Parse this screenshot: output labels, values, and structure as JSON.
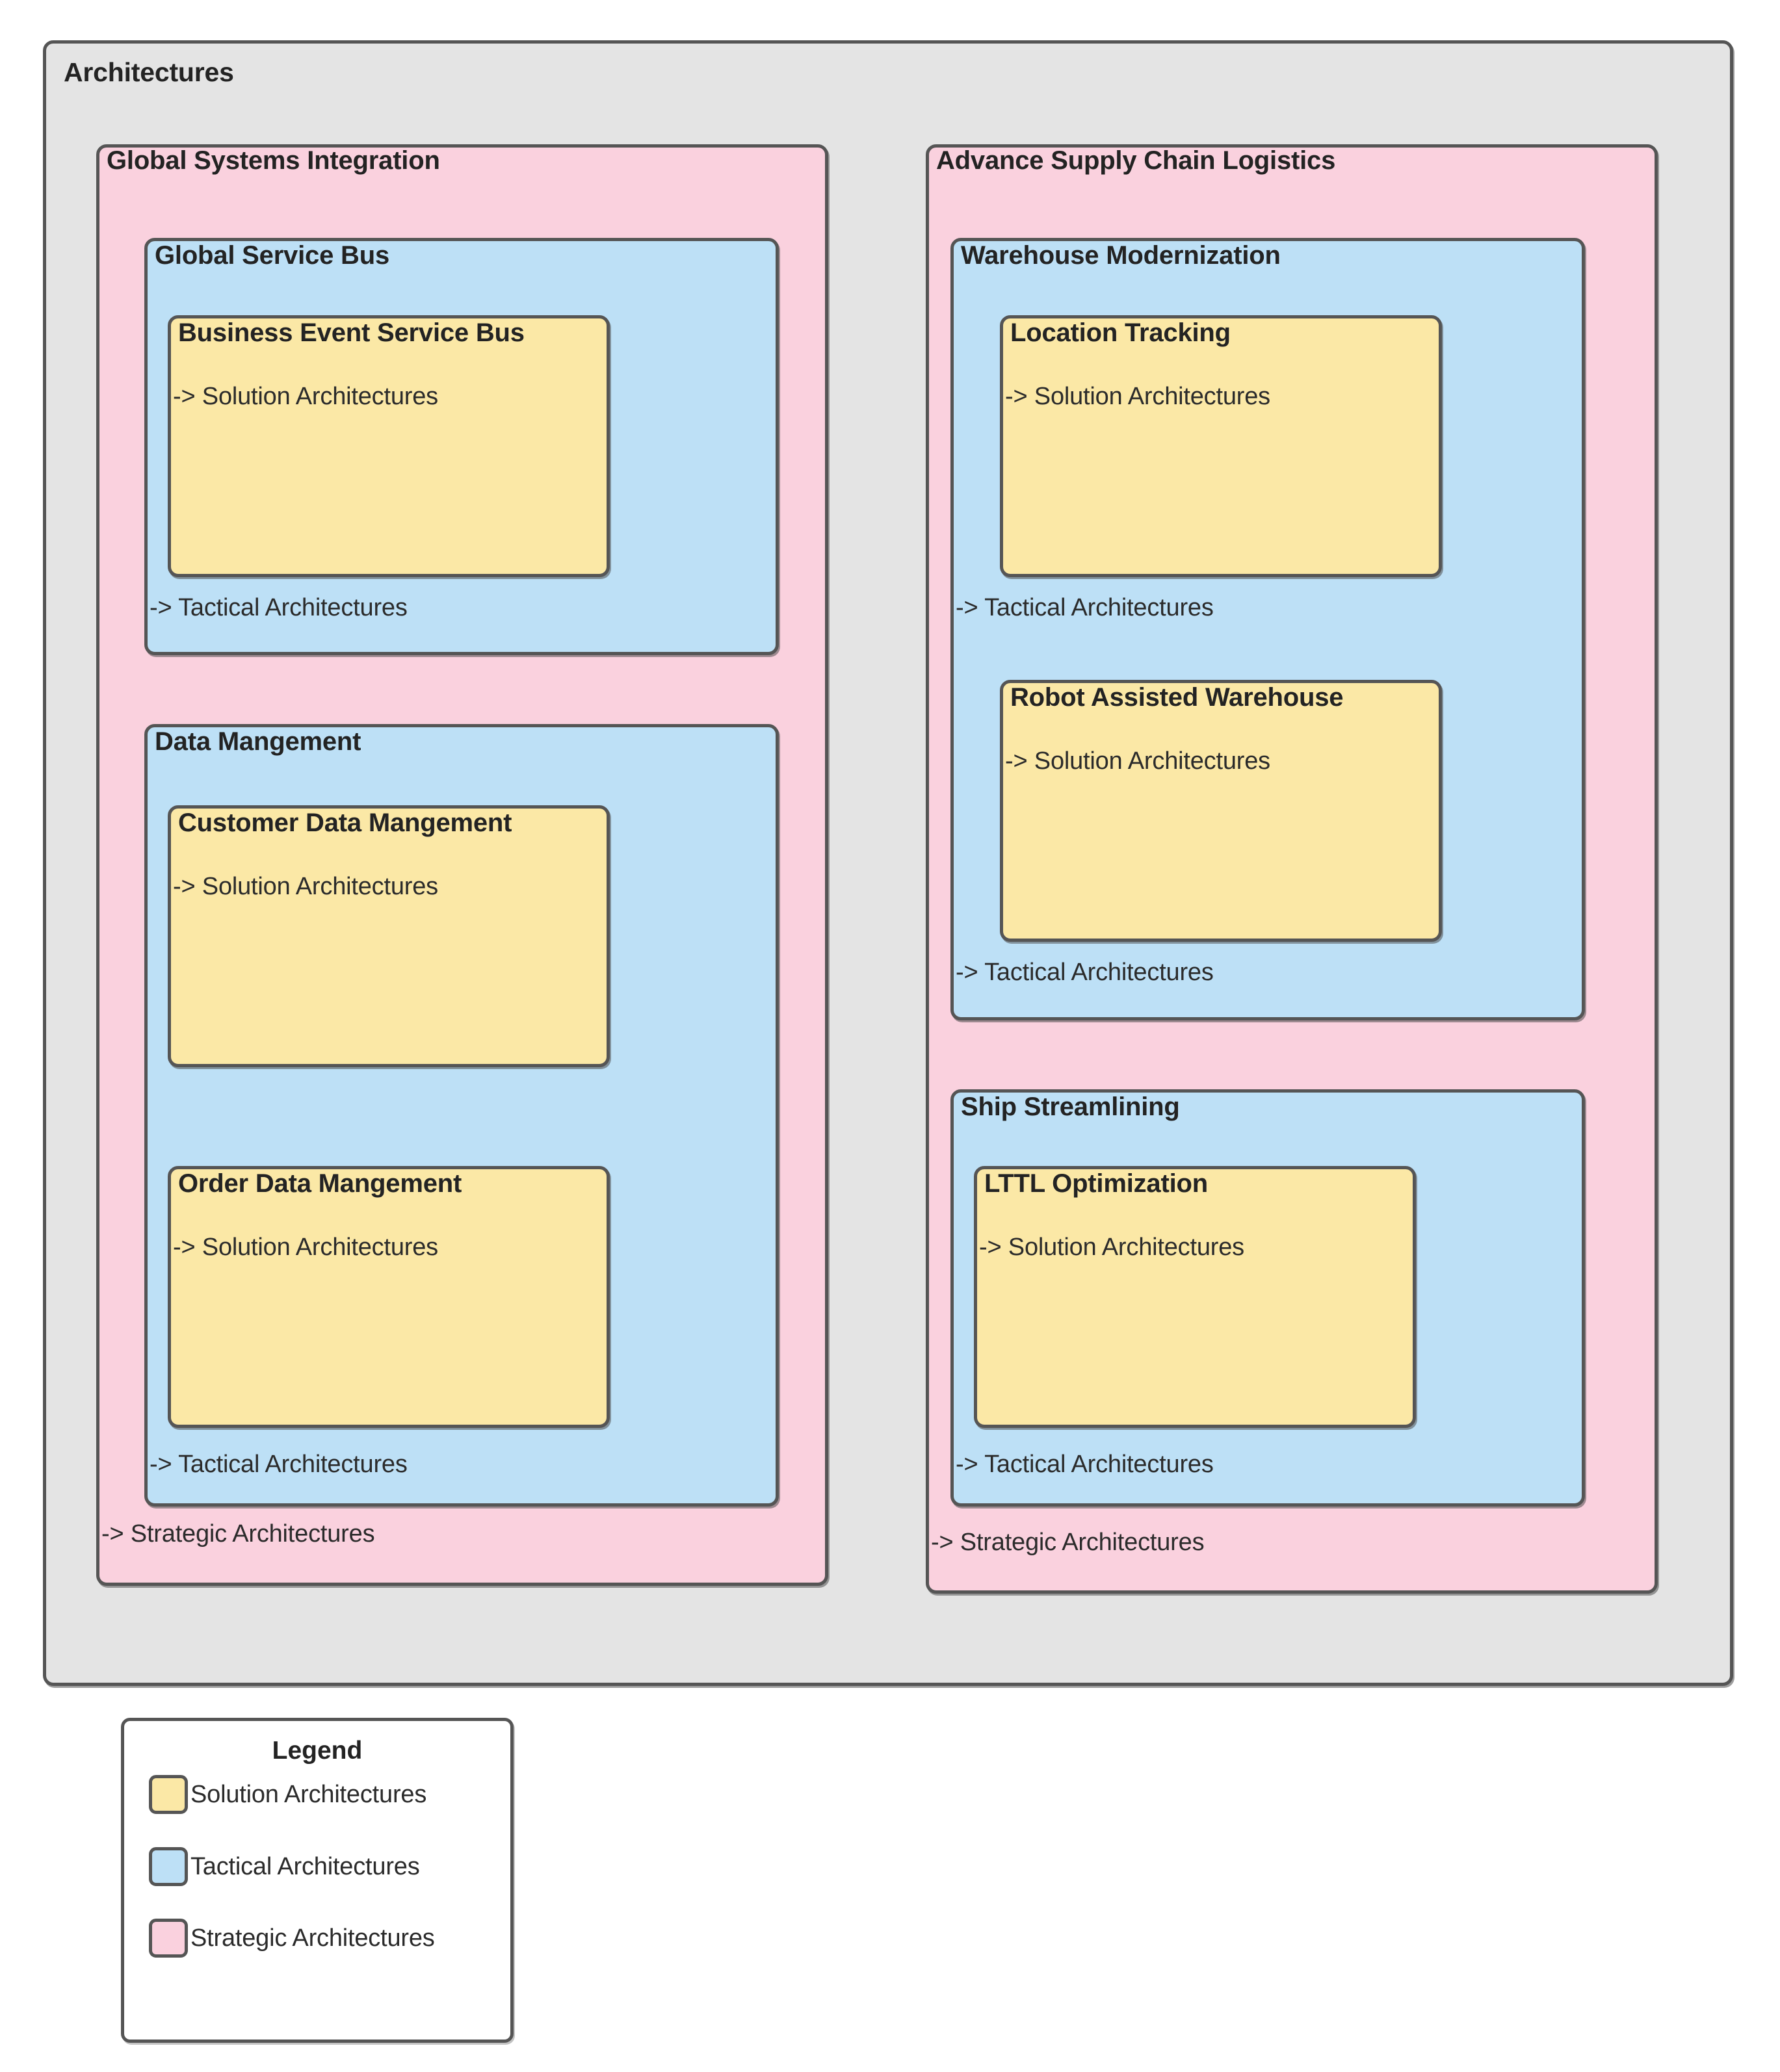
{
  "diagram": {
    "root": {
      "title": "Architectures"
    },
    "colors": {
      "root_background": "#E4E4E4",
      "strategic": "#FAD1DE",
      "tactical": "#BDE0F6",
      "solution": "#FBE8A6",
      "border": "#555555",
      "text": "#232323",
      "page_background": "#FFFFFF"
    },
    "type_labels": {
      "solution": "-> Solution Architectures",
      "tactical": "-> Tactical Architectures",
      "strategic": "-> Strategic Architectures"
    },
    "groups": [
      {
        "title": "Global Systems Integration",
        "type_label": "-> Strategic Architectures",
        "children": [
          {
            "title": "Global Service Bus",
            "type_label": "-> Tactical Architectures",
            "children": [
              {
                "title": "Business Event Service Bus",
                "type_label": "-> Solution Architectures"
              }
            ]
          },
          {
            "title": "Data Mangement",
            "type_label": "-> Tactical Architectures",
            "children": [
              {
                "title": "Customer Data Mangement",
                "type_label": "-> Solution Architectures"
              },
              {
                "title": "Order Data Mangement",
                "type_label": "-> Solution Architectures"
              }
            ]
          }
        ]
      },
      {
        "title": "Advance Supply Chain Logistics",
        "type_label": "-> Strategic Architectures",
        "children": [
          {
            "title": "Warehouse Modernization",
            "type_label": "-> Tactical Architectures",
            "children": [
              {
                "title": "Location Tracking",
                "type_label": "-> Solution Architectures"
              },
              {
                "title": "Robot Assisted Warehouse",
                "type_label": "-> Solution Architectures"
              }
            ]
          },
          {
            "title": "Ship Streamlining",
            "type_label": "-> Tactical Architectures",
            "children": [
              {
                "title": "LTTL Optimization",
                "type_label": "-> Solution Architectures"
              }
            ]
          }
        ]
      }
    ]
  },
  "legend": {
    "title": "Legend",
    "items": [
      {
        "label": "Solution Architectures",
        "color": "#FBE8A6"
      },
      {
        "label": "Tactical Architectures",
        "color": "#BDE0F6"
      },
      {
        "label": "Strategic Architectures",
        "color": "#FAD1DE"
      }
    ]
  }
}
